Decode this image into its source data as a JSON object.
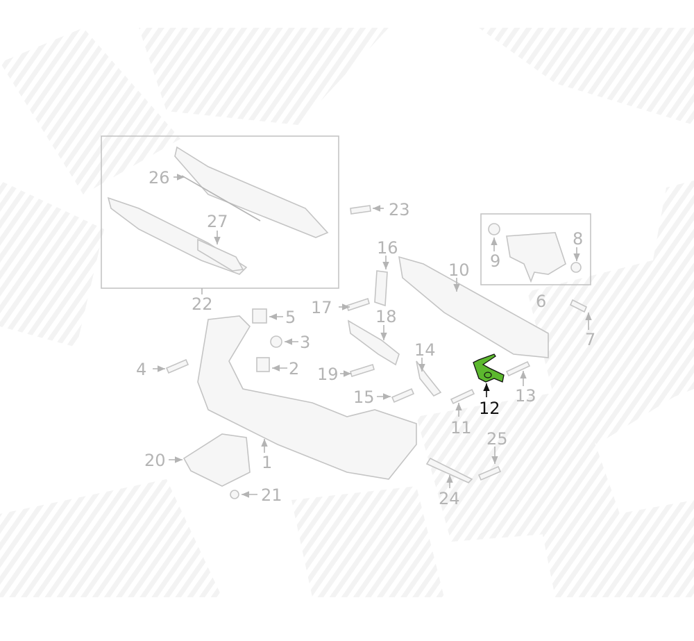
{
  "diagram": {
    "highlight_color": "#5cb82e",
    "highlighted_part": "12",
    "labels": {
      "p1": "1",
      "p2": "2",
      "p3": "3",
      "p4": "4",
      "p5": "5",
      "p6": "6",
      "p7": "7",
      "p8": "8",
      "p9": "9",
      "p10": "10",
      "p11": "11",
      "p12": "12",
      "p13": "13",
      "p14": "14",
      "p15": "15",
      "p16": "16",
      "p17": "17",
      "p18": "18",
      "p19": "19",
      "p20": "20",
      "p21": "21",
      "p22": "22",
      "p23": "23",
      "p24": "24",
      "p25": "25",
      "p26": "26",
      "p27": "27"
    }
  }
}
